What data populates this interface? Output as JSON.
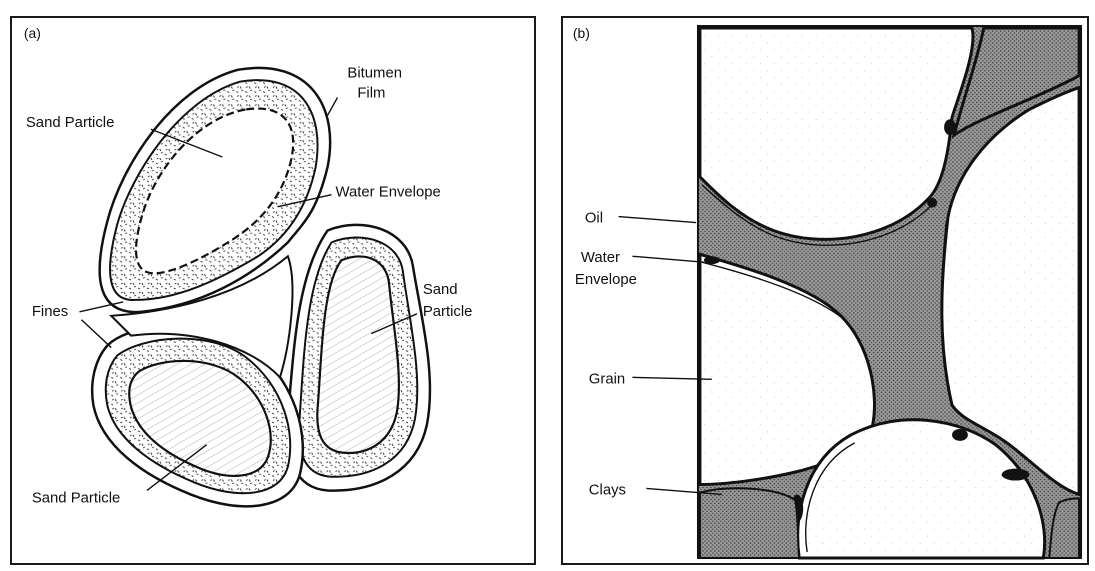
{
  "panel_a": {
    "tag": "(a)",
    "labels": {
      "bitumen_film_line1": "Bitumen",
      "bitumen_film_line2": "Film",
      "sand_particle_top": "Sand Particle",
      "water_envelope": "Water Envelope",
      "sand_particle_right_line1": "Sand",
      "sand_particle_right_line2": "Particle",
      "fines": "Fines",
      "sand_particle_bottom": "Sand Particle"
    }
  },
  "panel_b": {
    "tag": "(b)",
    "labels": {
      "oil": "Oil",
      "water_envelope_line1": "Water",
      "water_envelope_line2": "Envelope",
      "grain": "Grain",
      "clays": "Clays"
    }
  },
  "colors": {
    "ink": "#111111",
    "oil_fill": "#8a8a8a",
    "grain_fill": "#ffffff"
  }
}
